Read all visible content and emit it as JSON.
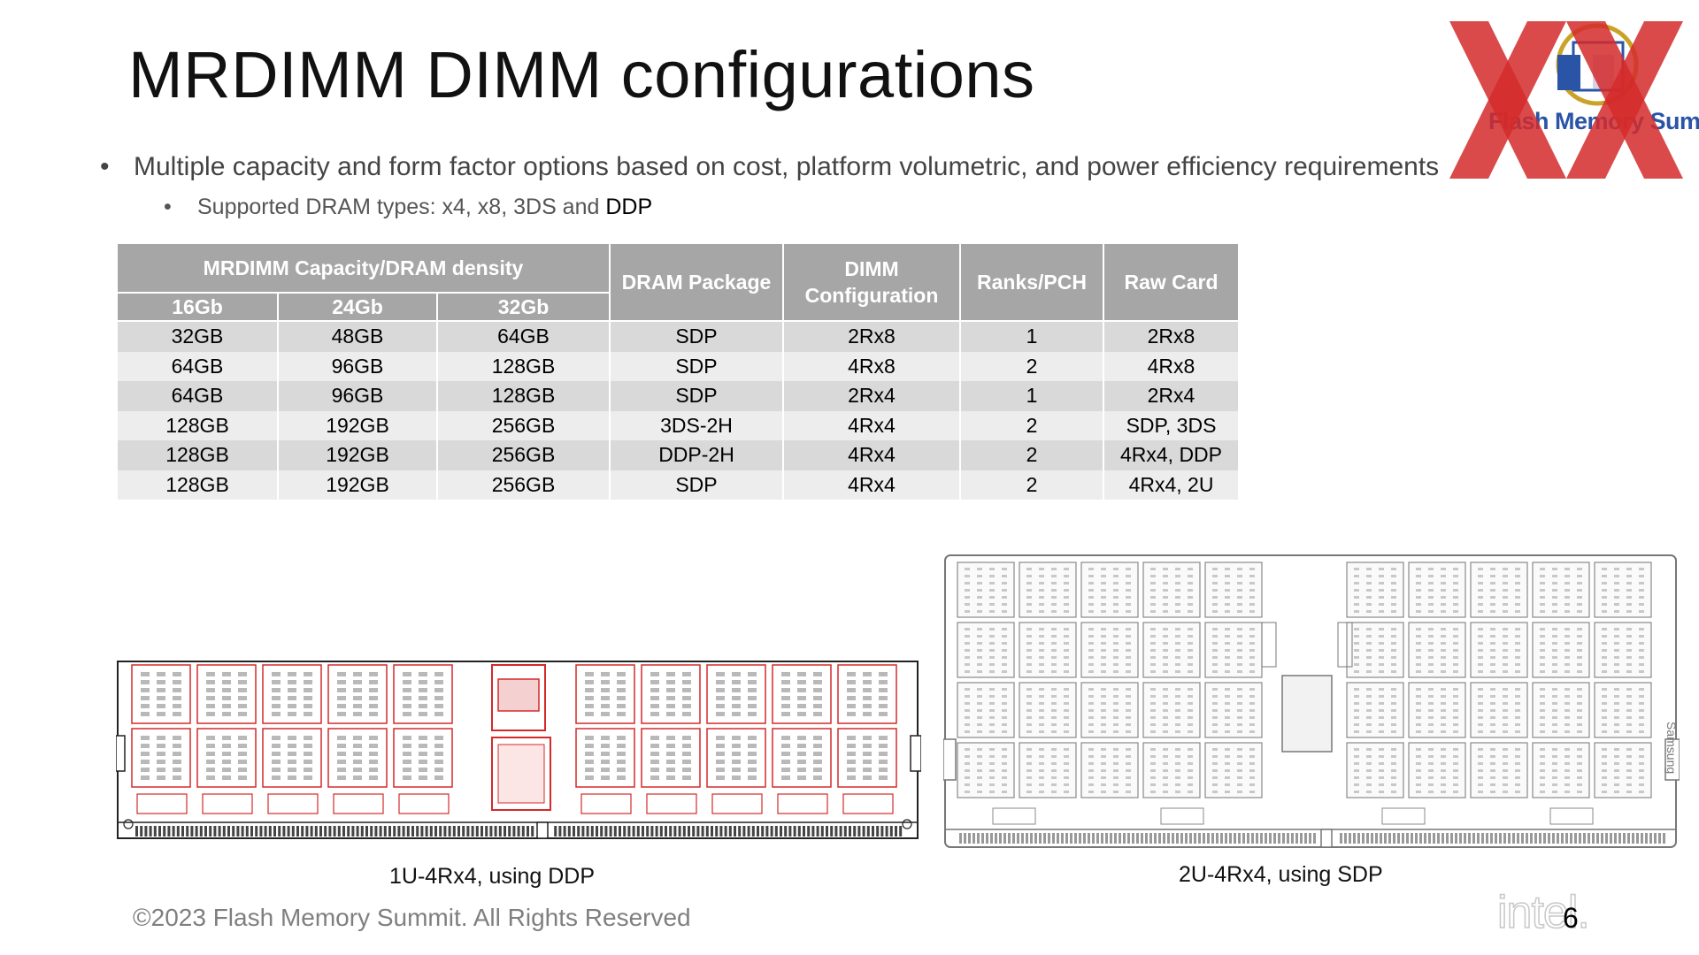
{
  "slide": {
    "title": "MRDIMM DIMM configurations",
    "bullet1": "Multiple capacity and form factor options based on cost, platform volumetric, and power efficiency requirements",
    "bullet2_prefix": "Supported DRAM types: x4, x8, 3DS and ",
    "bullet2_highlight": "DDP"
  },
  "logo": {
    "text": "Flash Memory Summit"
  },
  "table": {
    "group_header": "MRDIMM Capacity/DRAM density",
    "headers": {
      "d16": "16Gb",
      "d24": "24Gb",
      "d32": "32Gb",
      "package": "DRAM Package",
      "config": "DIMM Configuration",
      "ranks": "Ranks/PCH",
      "rawcard": "Raw Card"
    },
    "rows": [
      [
        "32GB",
        "48GB",
        "64GB",
        "SDP",
        "2Rx8",
        "1",
        "2Rx8"
      ],
      [
        "64GB",
        "96GB",
        "128GB",
        "SDP",
        "4Rx8",
        "2",
        "4Rx8"
      ],
      [
        "64GB",
        "96GB",
        "128GB",
        "SDP",
        "2Rx4",
        "1",
        "2Rx4"
      ],
      [
        "128GB",
        "192GB",
        "256GB",
        "3DS-2H",
        "4Rx4",
        "2",
        "SDP, 3DS"
      ],
      [
        "128GB",
        "192GB",
        "256GB",
        "DDP-2H",
        "4Rx4",
        "2",
        "4Rx4, DDP"
      ],
      [
        "128GB",
        "192GB",
        "256GB",
        "SDP",
        "4Rx4",
        "2",
        "4Rx4, 2U"
      ]
    ]
  },
  "diagrams": {
    "left_caption": "1U-4Rx4, using DDP",
    "right_caption": "2U-4Rx4, using SDP",
    "right_vendor": "Samsung"
  },
  "footer": {
    "copyright": "©2023 Flash Memory Summit. All Rights Reserved",
    "brand": "intel.",
    "page": "6"
  },
  "colors": {
    "header_bg": "#a6a6a6",
    "row_dark": "#d9d9d9",
    "row_light": "#ededed",
    "watermark_red": "#d42a2a",
    "logo_blue": "#2a54a6"
  }
}
